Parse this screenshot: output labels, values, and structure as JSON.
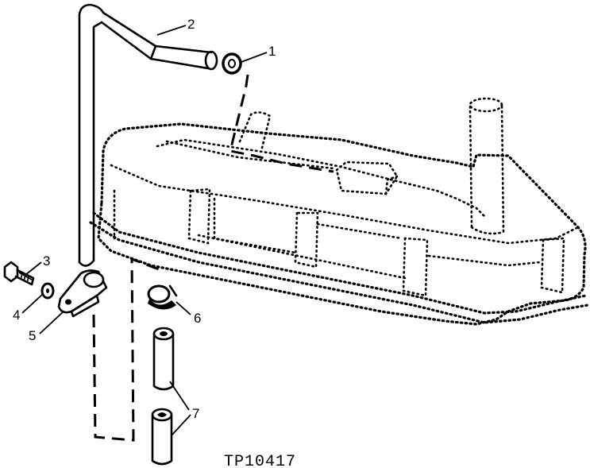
{
  "callouts": {
    "c1": "1",
    "c2": "2",
    "c3": "3",
    "c4": "4",
    "c5": "5",
    "c6": "6",
    "c7": "7"
  },
  "figure_id": "TP10417"
}
